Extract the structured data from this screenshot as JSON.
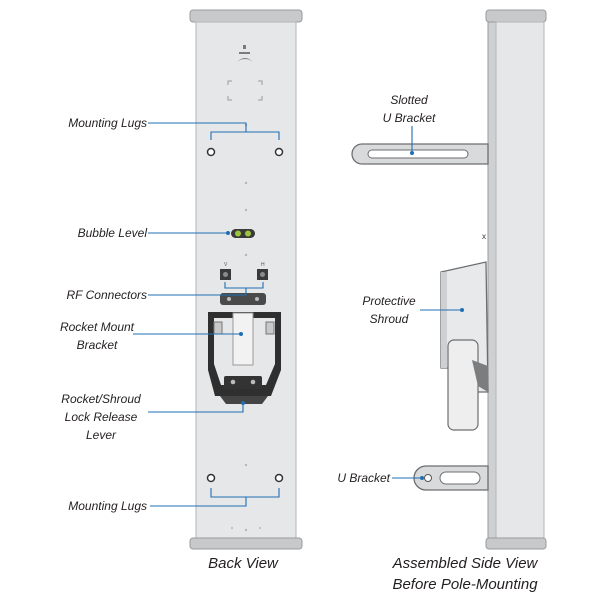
{
  "labels": {
    "mounting_lugs_top": "Mounting Lugs",
    "bubble_level": "Bubble Level",
    "rf_connectors": "RF Connectors",
    "rocket_mount_line1": "Rocket Mount",
    "rocket_mount_line2": "Bracket",
    "lock_release_line1": "Rocket/Shroud",
    "lock_release_line2": "Lock Release",
    "lock_release_line3": "Lever",
    "mounting_lugs_bottom": "Mounting Lugs",
    "slotted_line1": "Slotted",
    "slotted_line2": "U Bracket",
    "protective_line1": "Protective",
    "protective_line2": "Shroud",
    "u_bracket": "U Bracket"
  },
  "captions": {
    "back_view": "Back View",
    "side_line1": "Assembled Side View",
    "side_line2": "Before Pole-Mounting"
  },
  "colors": {
    "panel_face": "#e6e7e8",
    "panel_edge": "#bcbec0",
    "cap": "#c8c9cb",
    "leader": "#1f6fb4",
    "bracket": "#d9dadb",
    "dark": "#3a3a3a",
    "bubble": "#9bc53d"
  }
}
